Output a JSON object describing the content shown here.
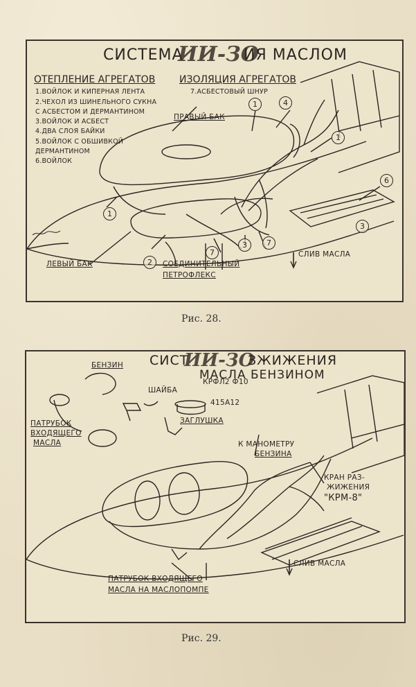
{
  "figure28": {
    "title_left": "СИСТЕМА",
    "stamp": "ИИ-ЗО",
    "title_right": "ИЯ МАСЛОМ",
    "heating_heading": "ОТЕПЛЕНИЕ АГРЕГАТОВ",
    "heating_items": [
      "1.ВОЙЛОК И КИПЕРНАЯ ЛЕНТА",
      "2.ЧЕХОЛ ИЗ ШИНЕЛЬНОГО СУКНА",
      "С АСБЕСТОМ И ДЕРМАНТИНОМ",
      "3.ВОЙЛОК И АСБЕСТ",
      "4.ДВА СЛОЯ БАЙКИ",
      "5.ВОЙЛОК С ОБШИВКОЙ",
      "ДЕРМАНТИНОМ",
      "6.ВОЙЛОК"
    ],
    "insulation_heading": "ИЗОЛЯЦИЯ АГРЕГАТОВ",
    "insulation_item": "7.АСБЕСТОВЫЙ ШНУР",
    "label_right_tank": "ПРАВЫЙ БАК",
    "label_left_tank": "ЛЕВЫЙ БАК",
    "label_connector_1": "СОЕДИНИТЕЛЬНЫЙ",
    "label_connector_2": "ПЕТРОФЛЕКС",
    "label_drain": "СЛИВ МАСЛА",
    "callout_1": "1",
    "callout_2": "2",
    "callout_3": "3",
    "callout_4": "4",
    "callout_6": "6",
    "callout_7": "7",
    "caption": "Рис. 28."
  },
  "figure29": {
    "title_left": "СИСТ",
    "stamp": "ИИ-ЗО",
    "title_right": "ЗЖИЖЕНИЯ",
    "title_line2": "МАСЛА БЕНЗИНОМ",
    "label_gasoline": "БЕНЗИН",
    "label_washer": "ШАЙБА",
    "label_washer_code": "КРФЛ2 Ф10",
    "label_plug_code": "415А12",
    "label_plug": "ЗАГЛУШКА",
    "label_pipe_1": "ПАТРУБОК",
    "label_pipe_2": "ВХОДЯЩЕГО",
    "label_pipe_3": "МАСЛА",
    "label_gauge_1": "К МАНОМЕТРУ",
    "label_gauge_2": "БЕНЗИНА",
    "label_valve_1": "КРАН РАЗ-",
    "label_valve_2": "ЖИЖЕНИЯ",
    "label_valve_3": "\"КРМ-8\"",
    "label_drain": "СЛИВ МАСЛА",
    "label_bottom_1": "ПАТРУБОК ВХОДЯЩЕГО",
    "label_bottom_2": "МАСЛА НА МАСЛОПОМПЕ",
    "caption": "Рис. 29."
  },
  "colors": {
    "paper": "#e9dfc6",
    "ink": "#2a2520"
  }
}
